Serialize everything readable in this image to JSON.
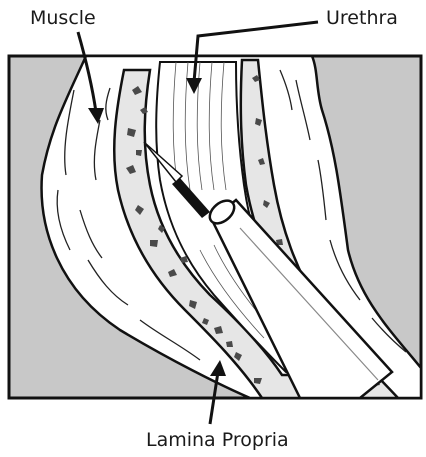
{
  "labels": {
    "muscle": "Muscle",
    "urethra": "Urethra",
    "lamina_propria": "Lamina Propria"
  },
  "colors": {
    "background_panel": "#c8c8c8",
    "tissue_fill": "#ffffff",
    "lamina_fill": "#e6e6e6",
    "speckle": "#4a4a4a",
    "outline": "#111111"
  }
}
